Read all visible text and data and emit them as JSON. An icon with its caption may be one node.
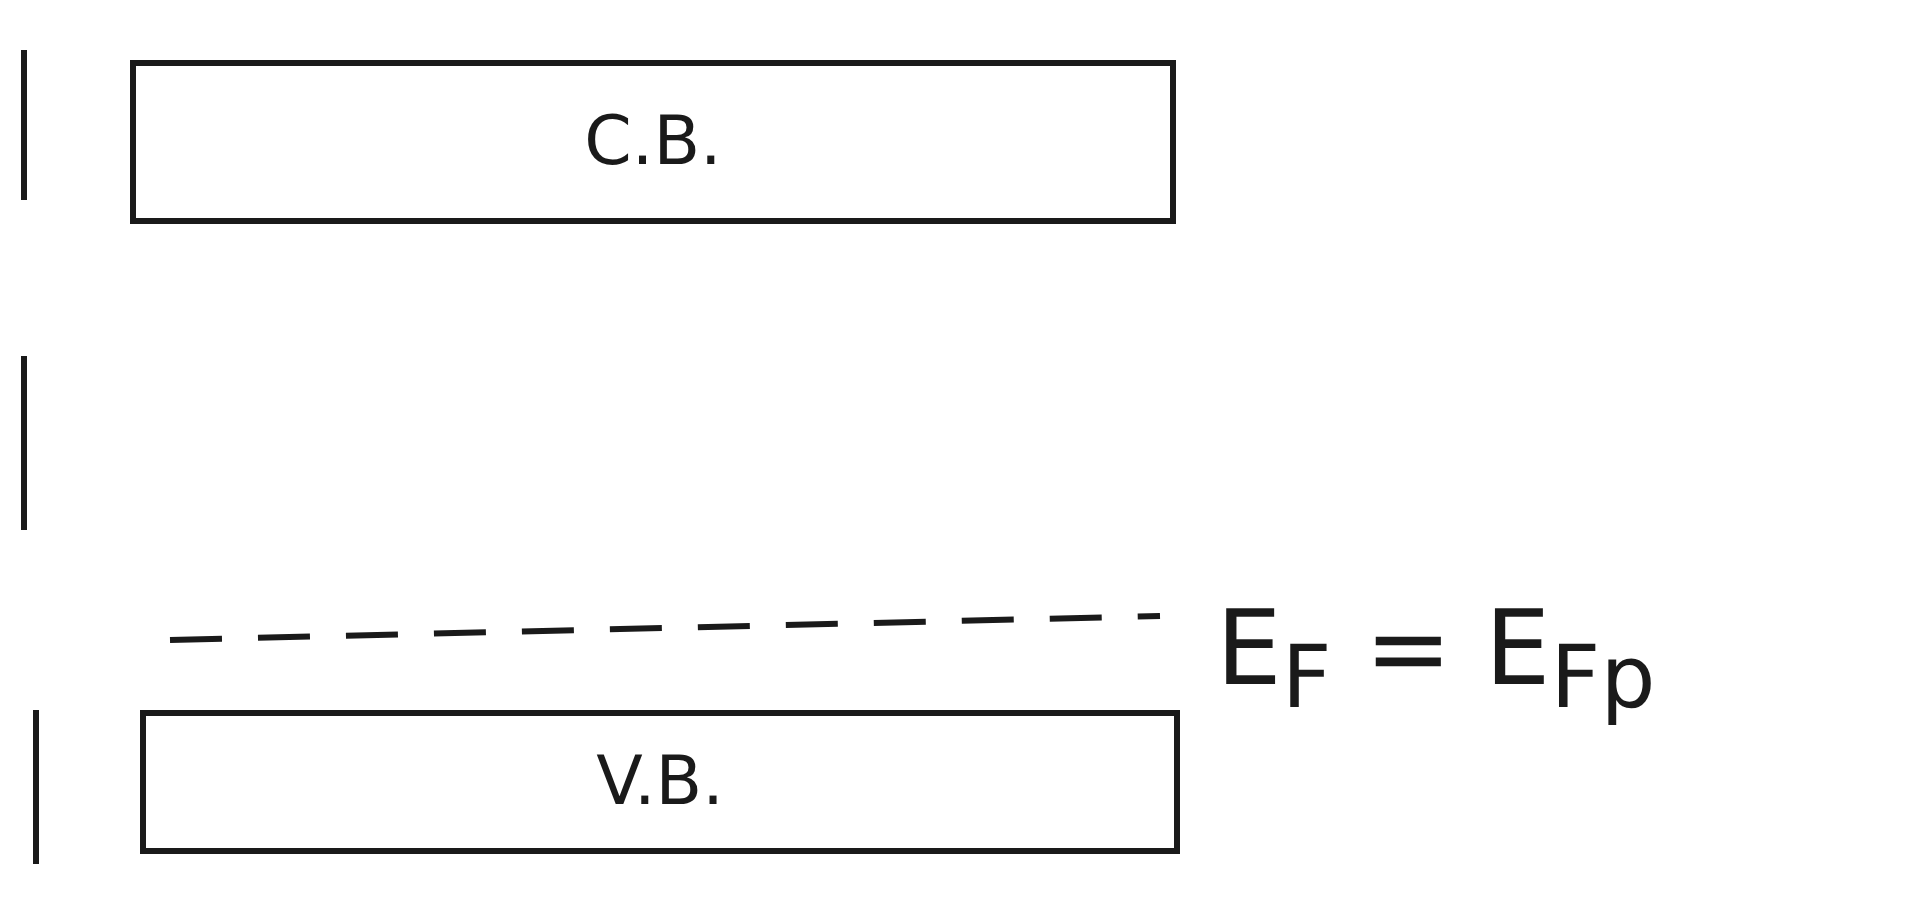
{
  "diagram": {
    "nodes": [
      {
        "text": [
          "C.B."
        ]
      },
      {
        "text": [
          "V.B."
        ]
      }
    ],
    "labels": [
      "E$_{F}$ = E$_{Fp}$"
    ]
  }
}
